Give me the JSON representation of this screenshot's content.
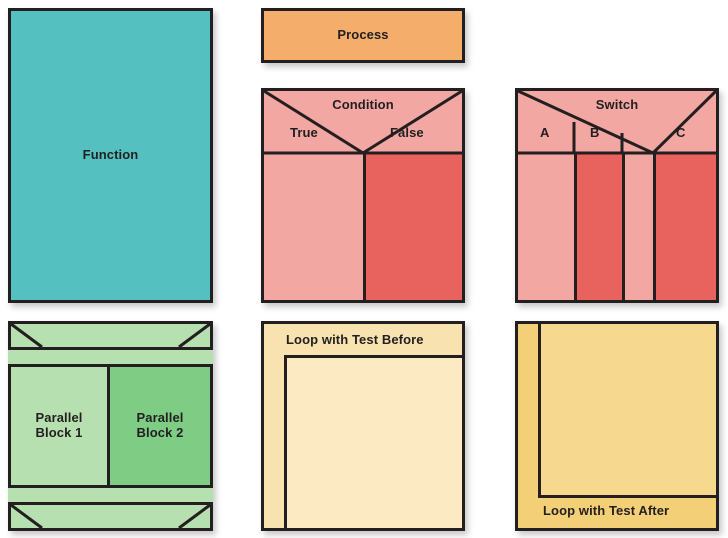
{
  "diagram": {
    "title": "Structogram / Nassi-Shneiderman block shapes",
    "background": "#ffffff",
    "stroke_color": "#231f20"
  },
  "blocks": {
    "function": {
      "name": "Function",
      "label": "Function",
      "fill": "#54c0c0"
    },
    "process": {
      "name": "Process",
      "label": "Process",
      "fill": "#f5ad6b"
    },
    "condition": {
      "name": "Condition",
      "title": "Condition",
      "header_fill": "#f2a7a2",
      "branches": [
        {
          "label": "True",
          "fill": "#f2a7a2"
        },
        {
          "label": "False",
          "fill": "#e8625e"
        }
      ]
    },
    "switch": {
      "name": "Switch",
      "title": "Switch",
      "header_fill": "#f2a7a2",
      "branches": [
        {
          "label": "A",
          "fill": "#f2a7a2"
        },
        {
          "label": "B",
          "fill": "#e8625e"
        },
        {
          "label": "",
          "fill": "#f2a7a2"
        },
        {
          "label": "C",
          "fill": "#e8625e"
        }
      ]
    },
    "parallel": {
      "name": "Parallel",
      "bar_fill": "#b7e0b0",
      "blocks": [
        {
          "label": "Parallel\nBlock 1",
          "line1": "Parallel",
          "line2": "Block 1",
          "fill": "#b7e0b0"
        },
        {
          "label": "Parallel\nBlock 2",
          "line1": "Parallel",
          "line2": "Block 2",
          "fill": "#7fcc84"
        }
      ]
    },
    "loop_before": {
      "name": "Loop with Test Before",
      "label": "Loop with Test Before",
      "outer_fill": "#f8e3b0",
      "inner_fill": "#fbeac2"
    },
    "loop_after": {
      "name": "Loop with Test After",
      "label": "Loop with Test After",
      "outer_fill": "#f3cf78",
      "inner_fill": "#f7d88f"
    }
  }
}
